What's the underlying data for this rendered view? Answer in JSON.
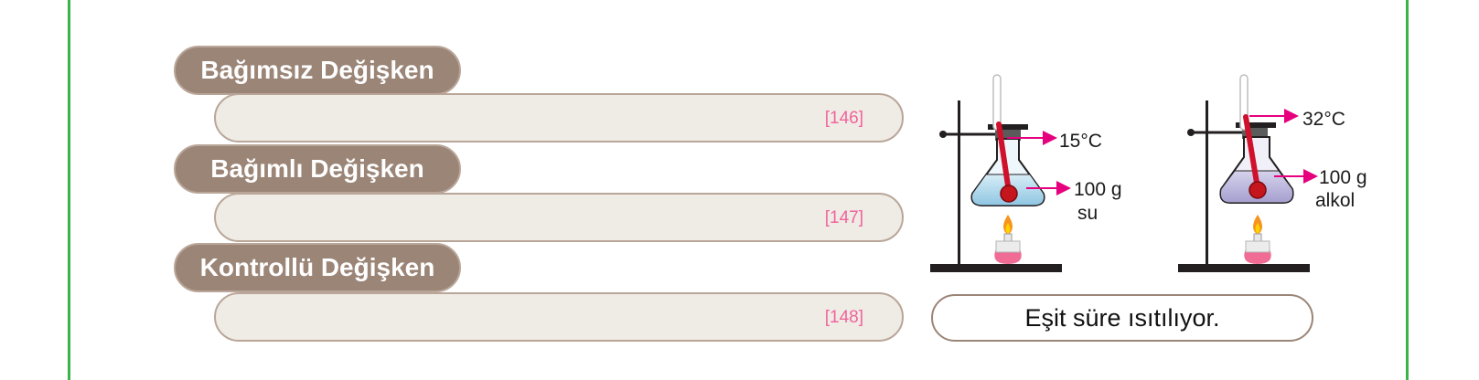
{
  "variables": [
    {
      "label": "Bağımsız Değişken",
      "code": "[146]"
    },
    {
      "label": "Bağımlı Değişken",
      "code": "[147]"
    },
    {
      "label": "Kontrollü Değişken",
      "code": "[148]"
    }
  ],
  "experiment": {
    "setup1": {
      "temperature": "15°C",
      "mass": "100 g",
      "substance": "su"
    },
    "setup2": {
      "temperature": "32°C",
      "mass": "100 g",
      "substance": "alkol"
    },
    "caption": "Eşit süre ısıtılıyor."
  },
  "colors": {
    "frame": "#39b54a",
    "pill": "#9b8577",
    "answer_fill": "#efebe5",
    "code": "#f0659d",
    "arrow": "#e6007e",
    "water": "#a9d4ea",
    "alcohol": "#b7b1d8"
  }
}
